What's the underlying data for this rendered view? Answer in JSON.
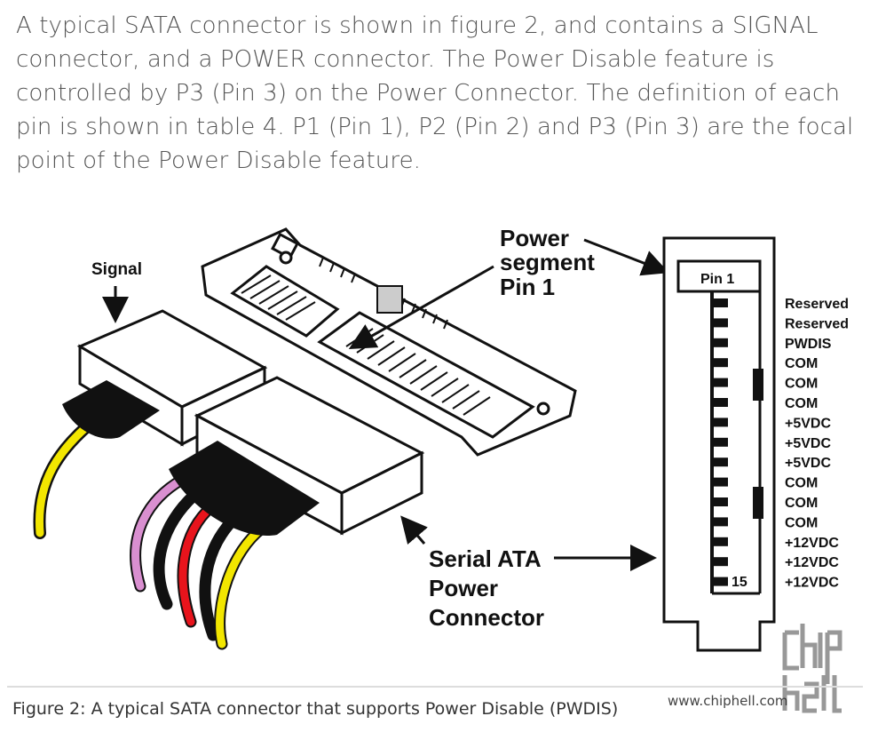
{
  "intro_text": "A typical SATA connector is shown in figure 2, and contains a SIGNAL connector, and a POWER connector. The Power Disable feature is controlled by P3 (Pin 3) on the Power Connector. The definition of each pin is shown in table 4. P1 (Pin 1), P2 (Pin 2) and P3 (Pin 3) are the focal point of the Power Disable feature.",
  "figure": {
    "signal_label": "Signal",
    "power_segment_label": [
      "Power",
      "segment",
      "Pin 1"
    ],
    "serial_ata_label": [
      "Serial ATA",
      "Power",
      "Connector"
    ],
    "pin_first": "Pin 1",
    "pin_last": "15",
    "pin_definitions": [
      "Reserved",
      "Reserved",
      "PWDIS",
      "COM",
      "COM",
      "COM",
      "+5VDC",
      "+5VDC",
      "+5VDC",
      "COM",
      "COM",
      "COM",
      "+12VDC",
      "+12VDC",
      "+12VDC"
    ]
  },
  "caption": "Figure 2: A typical SATA connector that supports Power Disable (PWDIS)",
  "watermark": {
    "url": "www.chiphell.com",
    "logo_text": "chip hell"
  },
  "colors": {
    "wire_yellow": "#f2e600",
    "wire_pink": "#d98fd0",
    "wire_red": "#e8141c",
    "wire_black": "#111111"
  }
}
